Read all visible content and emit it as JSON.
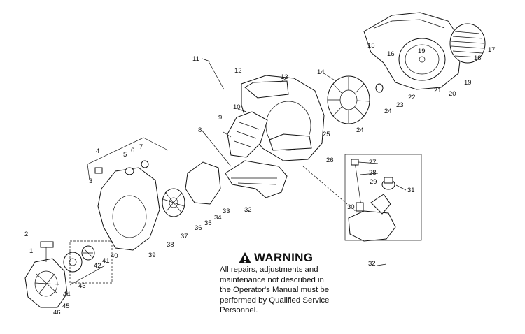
{
  "warning": {
    "title": "WARNING",
    "body": "All repairs, adjustments and\nmaintenance not described in\nthe Operator's Manual must be\nperformed by Qualified Service\nPersonnel."
  },
  "callouts": {
    "n1": "1",
    "n2": "2",
    "n3": "3",
    "n4": "4",
    "n5": "5",
    "n6": "6",
    "n7": "7",
    "n8": "8",
    "n9": "9",
    "n10": "10",
    "n11": "11",
    "n12": "12",
    "n13": "13",
    "n14": "14",
    "n15": "15",
    "n16": "16",
    "n17": "17",
    "n18": "18",
    "n19": "19",
    "n20": "20",
    "n21": "21",
    "n22": "22",
    "n23": "23",
    "n24": "24",
    "n25": "25",
    "n26": "26",
    "n27": "27",
    "n28": "28",
    "n29": "29",
    "n30": "30",
    "n31": "31",
    "n32": "32",
    "n33": "33",
    "n34": "34",
    "n35": "35",
    "n36": "36",
    "n37": "37",
    "n38": "38",
    "n39": "39",
    "n40": "40",
    "n41": "41",
    "n42": "42",
    "n43": "43",
    "n44": "44",
    "n45": "45",
    "n46": "46"
  }
}
